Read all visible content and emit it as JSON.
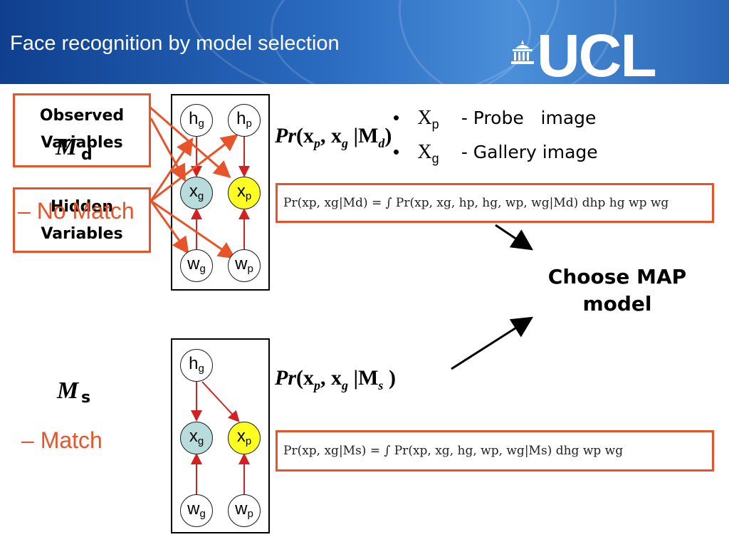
{
  "slide": {
    "title": "Face recognition by model selection",
    "logo": "UCL",
    "colors": {
      "accent": "#e8542a",
      "header": "#1f5aaa",
      "observed_g": "#b8dcdc",
      "observed_p": "#ffff22"
    }
  },
  "labels": {
    "observed": [
      "Observed",
      "Variables"
    ],
    "hidden": [
      "Hidden",
      "Variables"
    ]
  },
  "model_d": {
    "symbol": "M",
    "subscript": "d",
    "description": "– No Match",
    "nodes": {
      "hg": [
        "h",
        "g"
      ],
      "hp": [
        "h",
        "p"
      ],
      "xg": [
        "x",
        "g"
      ],
      "xp": [
        "x",
        "p"
      ],
      "wg": [
        "w",
        "g"
      ],
      "wp": [
        "w",
        "p"
      ]
    },
    "likelihood": {
      "pr": "Pr",
      "open": "(x",
      "sub_p": "p",
      "comma": ", x",
      "sub_g": "g",
      "bar": " |M",
      "sub_m": "d",
      "close": ")"
    },
    "equation": "Pr(xp, xg|Md) = ∫ Pr(xp, xg, hp, hg, wp, wg|Md) dhp hg wp wg"
  },
  "model_s": {
    "symbol": "M",
    "subscript": "s",
    "description": "– Match",
    "nodes": {
      "hg": [
        "h",
        "g"
      ],
      "xg": [
        "x",
        "g"
      ],
      "xp": [
        "x",
        "p"
      ],
      "wg": [
        "w",
        "g"
      ],
      "wp": [
        "w",
        "p"
      ]
    },
    "likelihood": {
      "pr": "Pr",
      "open": "(x",
      "sub_p": "p",
      "comma": ", x",
      "sub_g": "g",
      "bar": " |M",
      "sub_m": "s",
      "close": " )"
    },
    "equation": "Pr(xp, xg|Ms) = ∫ Pr(xp, xg, hg, wp, wg|Ms) dhg wp wg"
  },
  "legend": [
    {
      "bullet": "•",
      "symbol": "X",
      "sub": "p",
      "desc": "- Probe   image"
    },
    {
      "bullet": "•",
      "symbol": "X",
      "sub": "g",
      "desc": "- Gallery image"
    }
  ],
  "decision": {
    "line1": "Choose MAP",
    "line2": "model"
  }
}
